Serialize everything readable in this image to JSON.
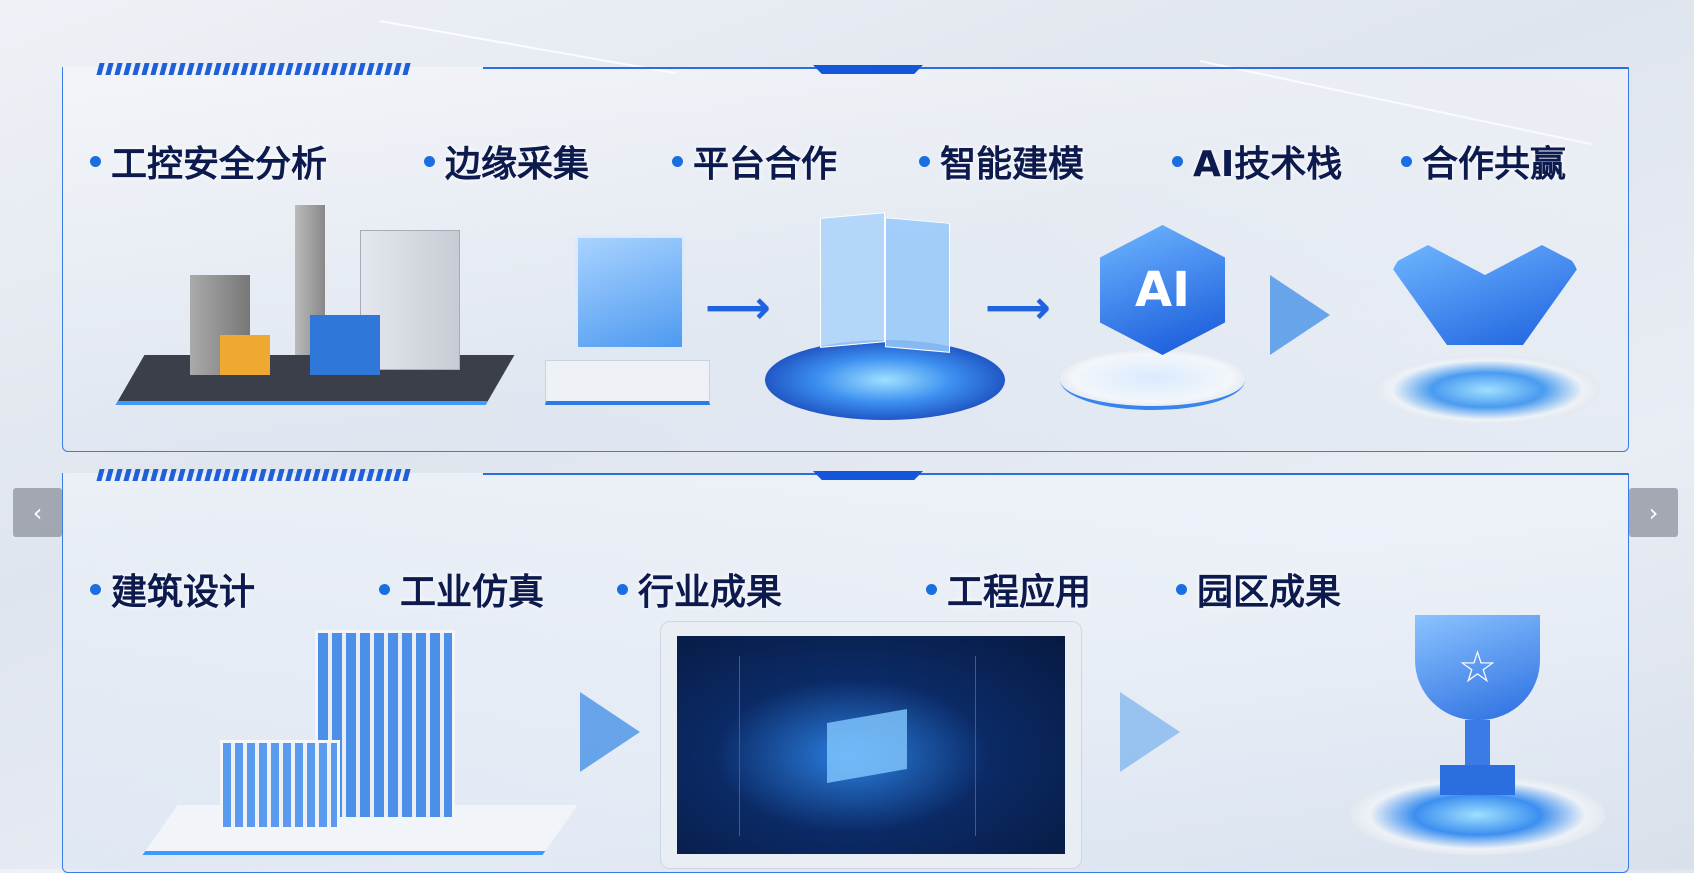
{
  "row1": {
    "labels": [
      "工控安全分析",
      "边缘采集",
      "平台合作",
      "智能建模",
      "AI技术栈",
      "合作共赢"
    ],
    "ai_badge": "AI"
  },
  "row2": {
    "labels": [
      "建筑设计",
      "工业仿真",
      "行业成果",
      "工程应用",
      "园区成果"
    ]
  },
  "nav": {
    "prev": "‹",
    "next": "›"
  },
  "colors": {
    "accent": "#1f63e0",
    "text": "#0c1a4d"
  },
  "icons": [
    "industrial-machine-icon",
    "monitor-chart-icon",
    "document-platform-icon",
    "ai-hexagon-icon",
    "handshake-icon",
    "building-icon",
    "dashboard-screen-icon",
    "trophy-icon"
  ]
}
